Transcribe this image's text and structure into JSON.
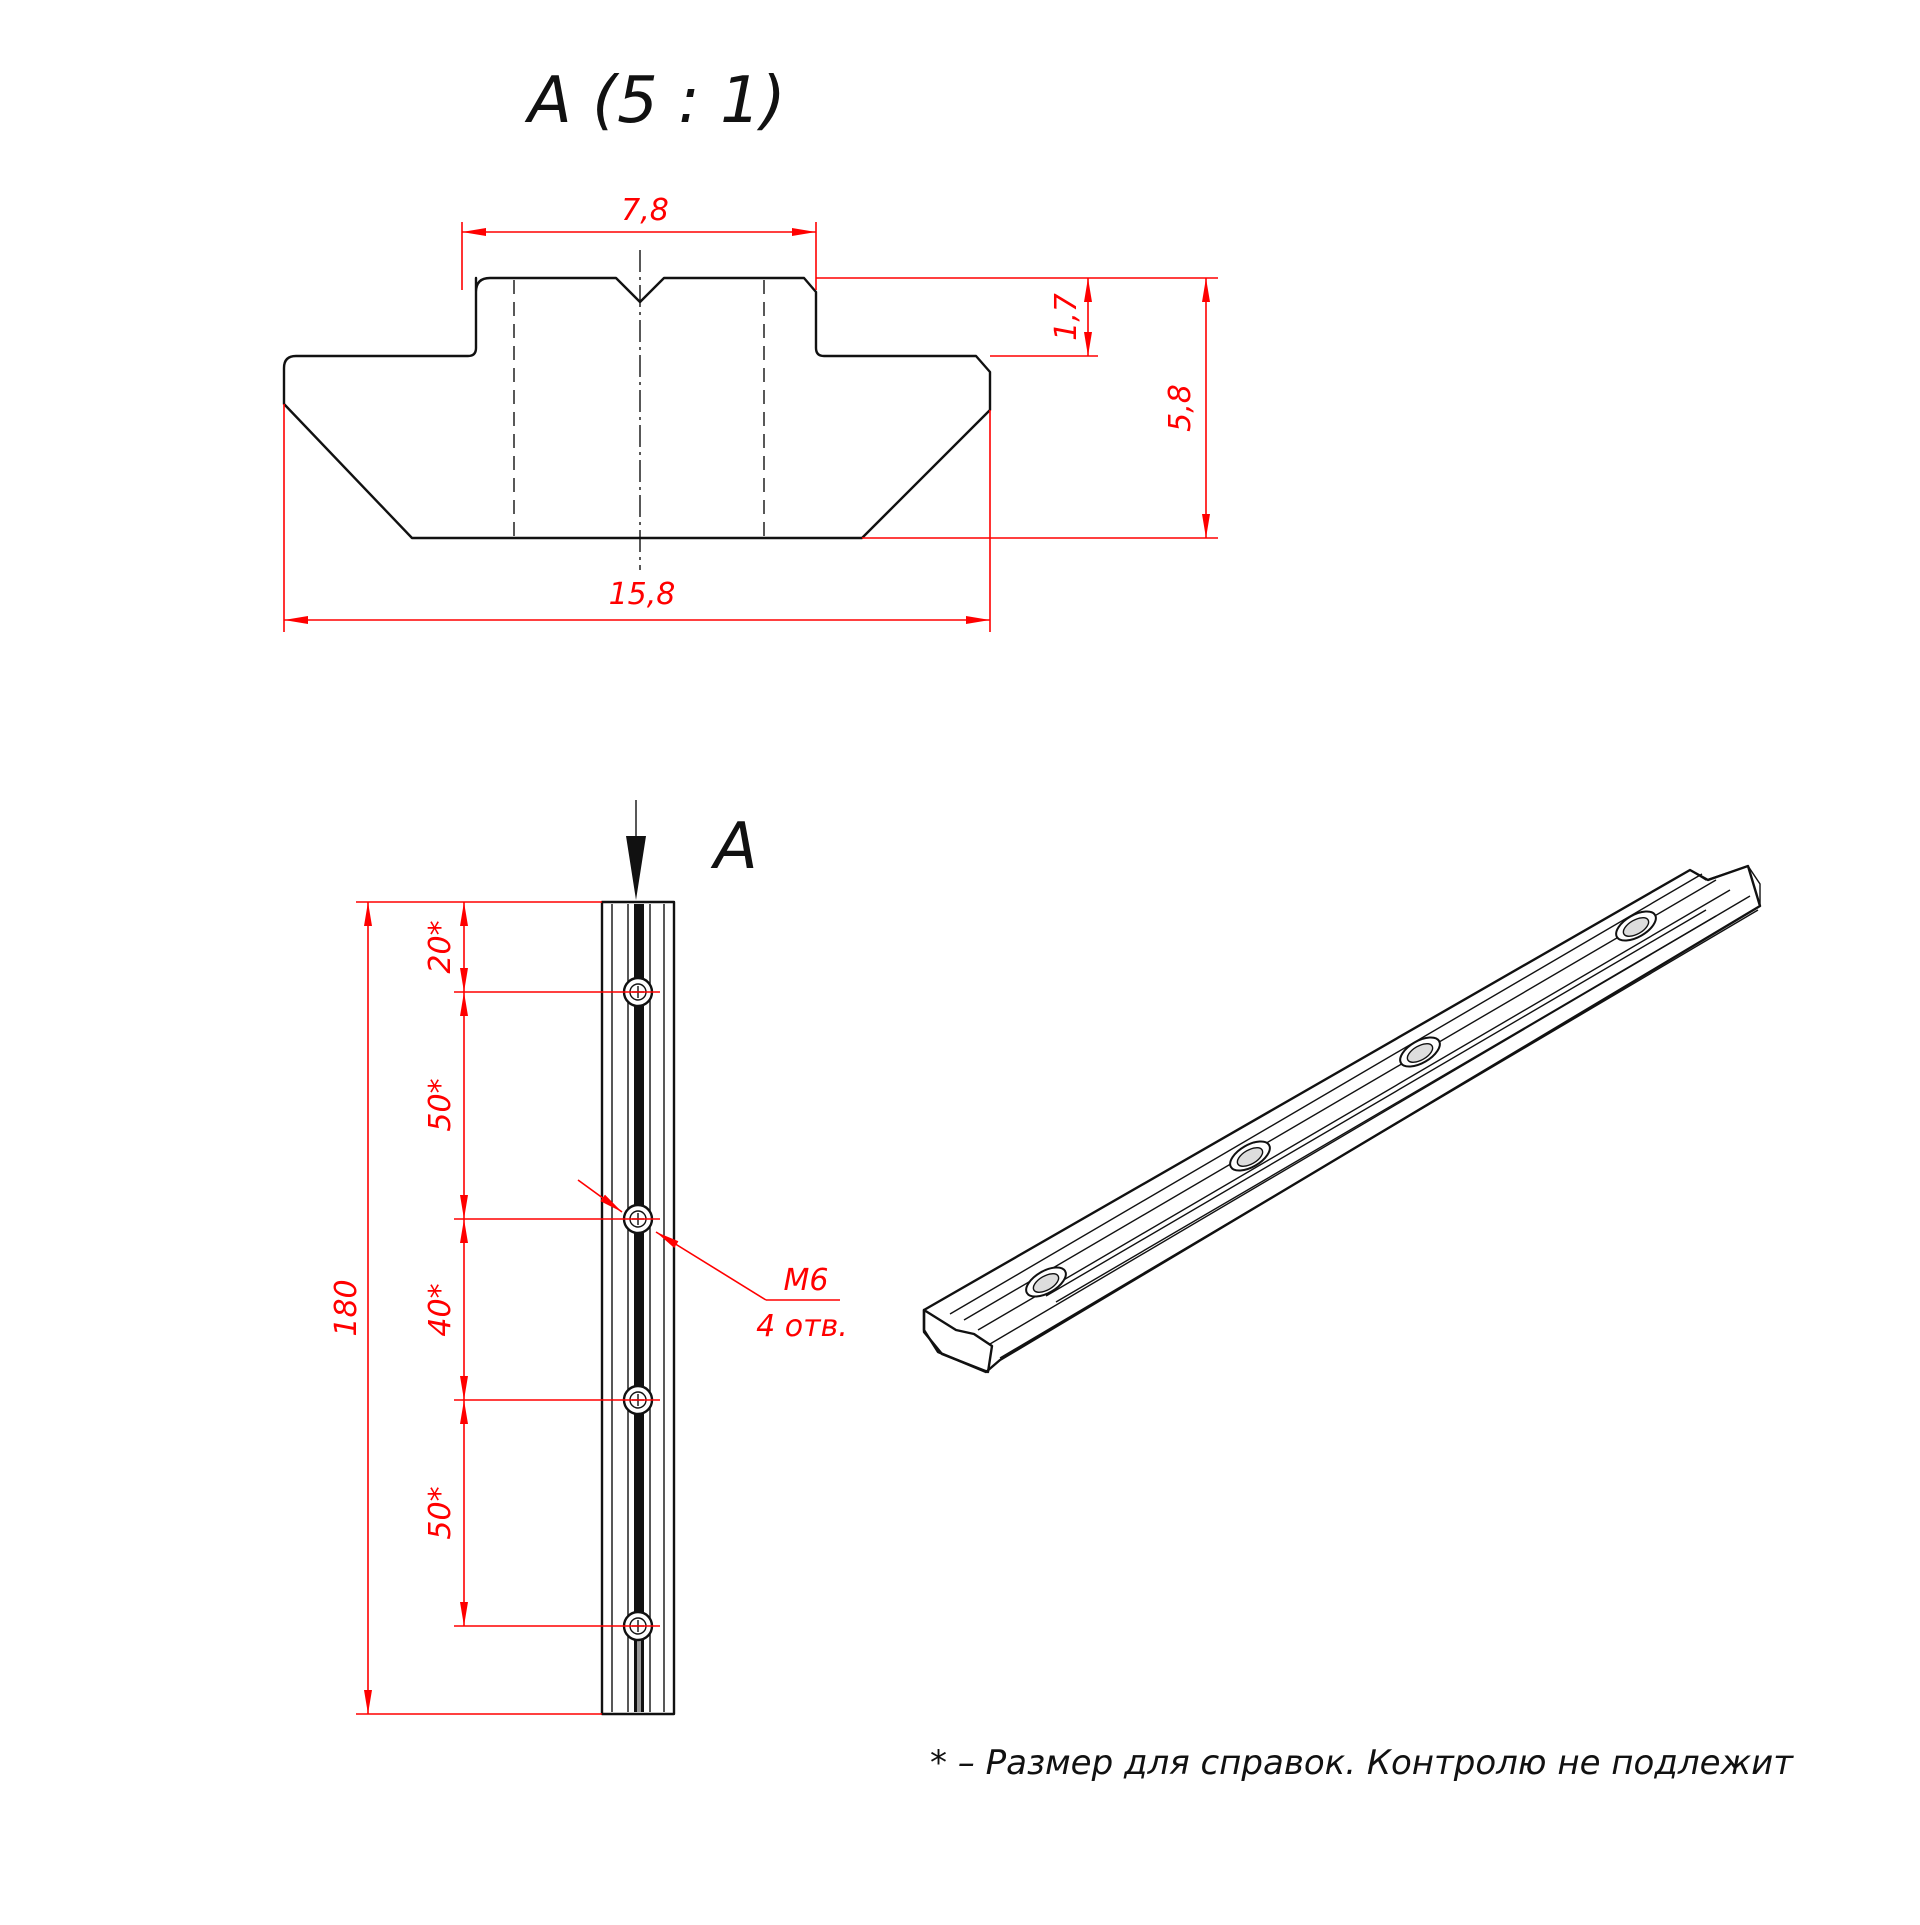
{
  "detail_view": {
    "title": "А (5 : 1)",
    "dim_top_width": "7,8",
    "dim_step_height": "1,7",
    "dim_total_height": "5,8",
    "dim_total_width": "15,8"
  },
  "main_view": {
    "view_label": "А",
    "dim_total_length": "180",
    "dim_segments": [
      "20*",
      "50*",
      "40*",
      "50*"
    ],
    "hole_callout_thread": "М6",
    "hole_callout_count": "4 отв."
  },
  "footnote": "* – Размер для справок. Контролю не подлежит",
  "colors": {
    "dimension": "#ff0000",
    "outline": "#111111",
    "background": "#ffffff"
  }
}
